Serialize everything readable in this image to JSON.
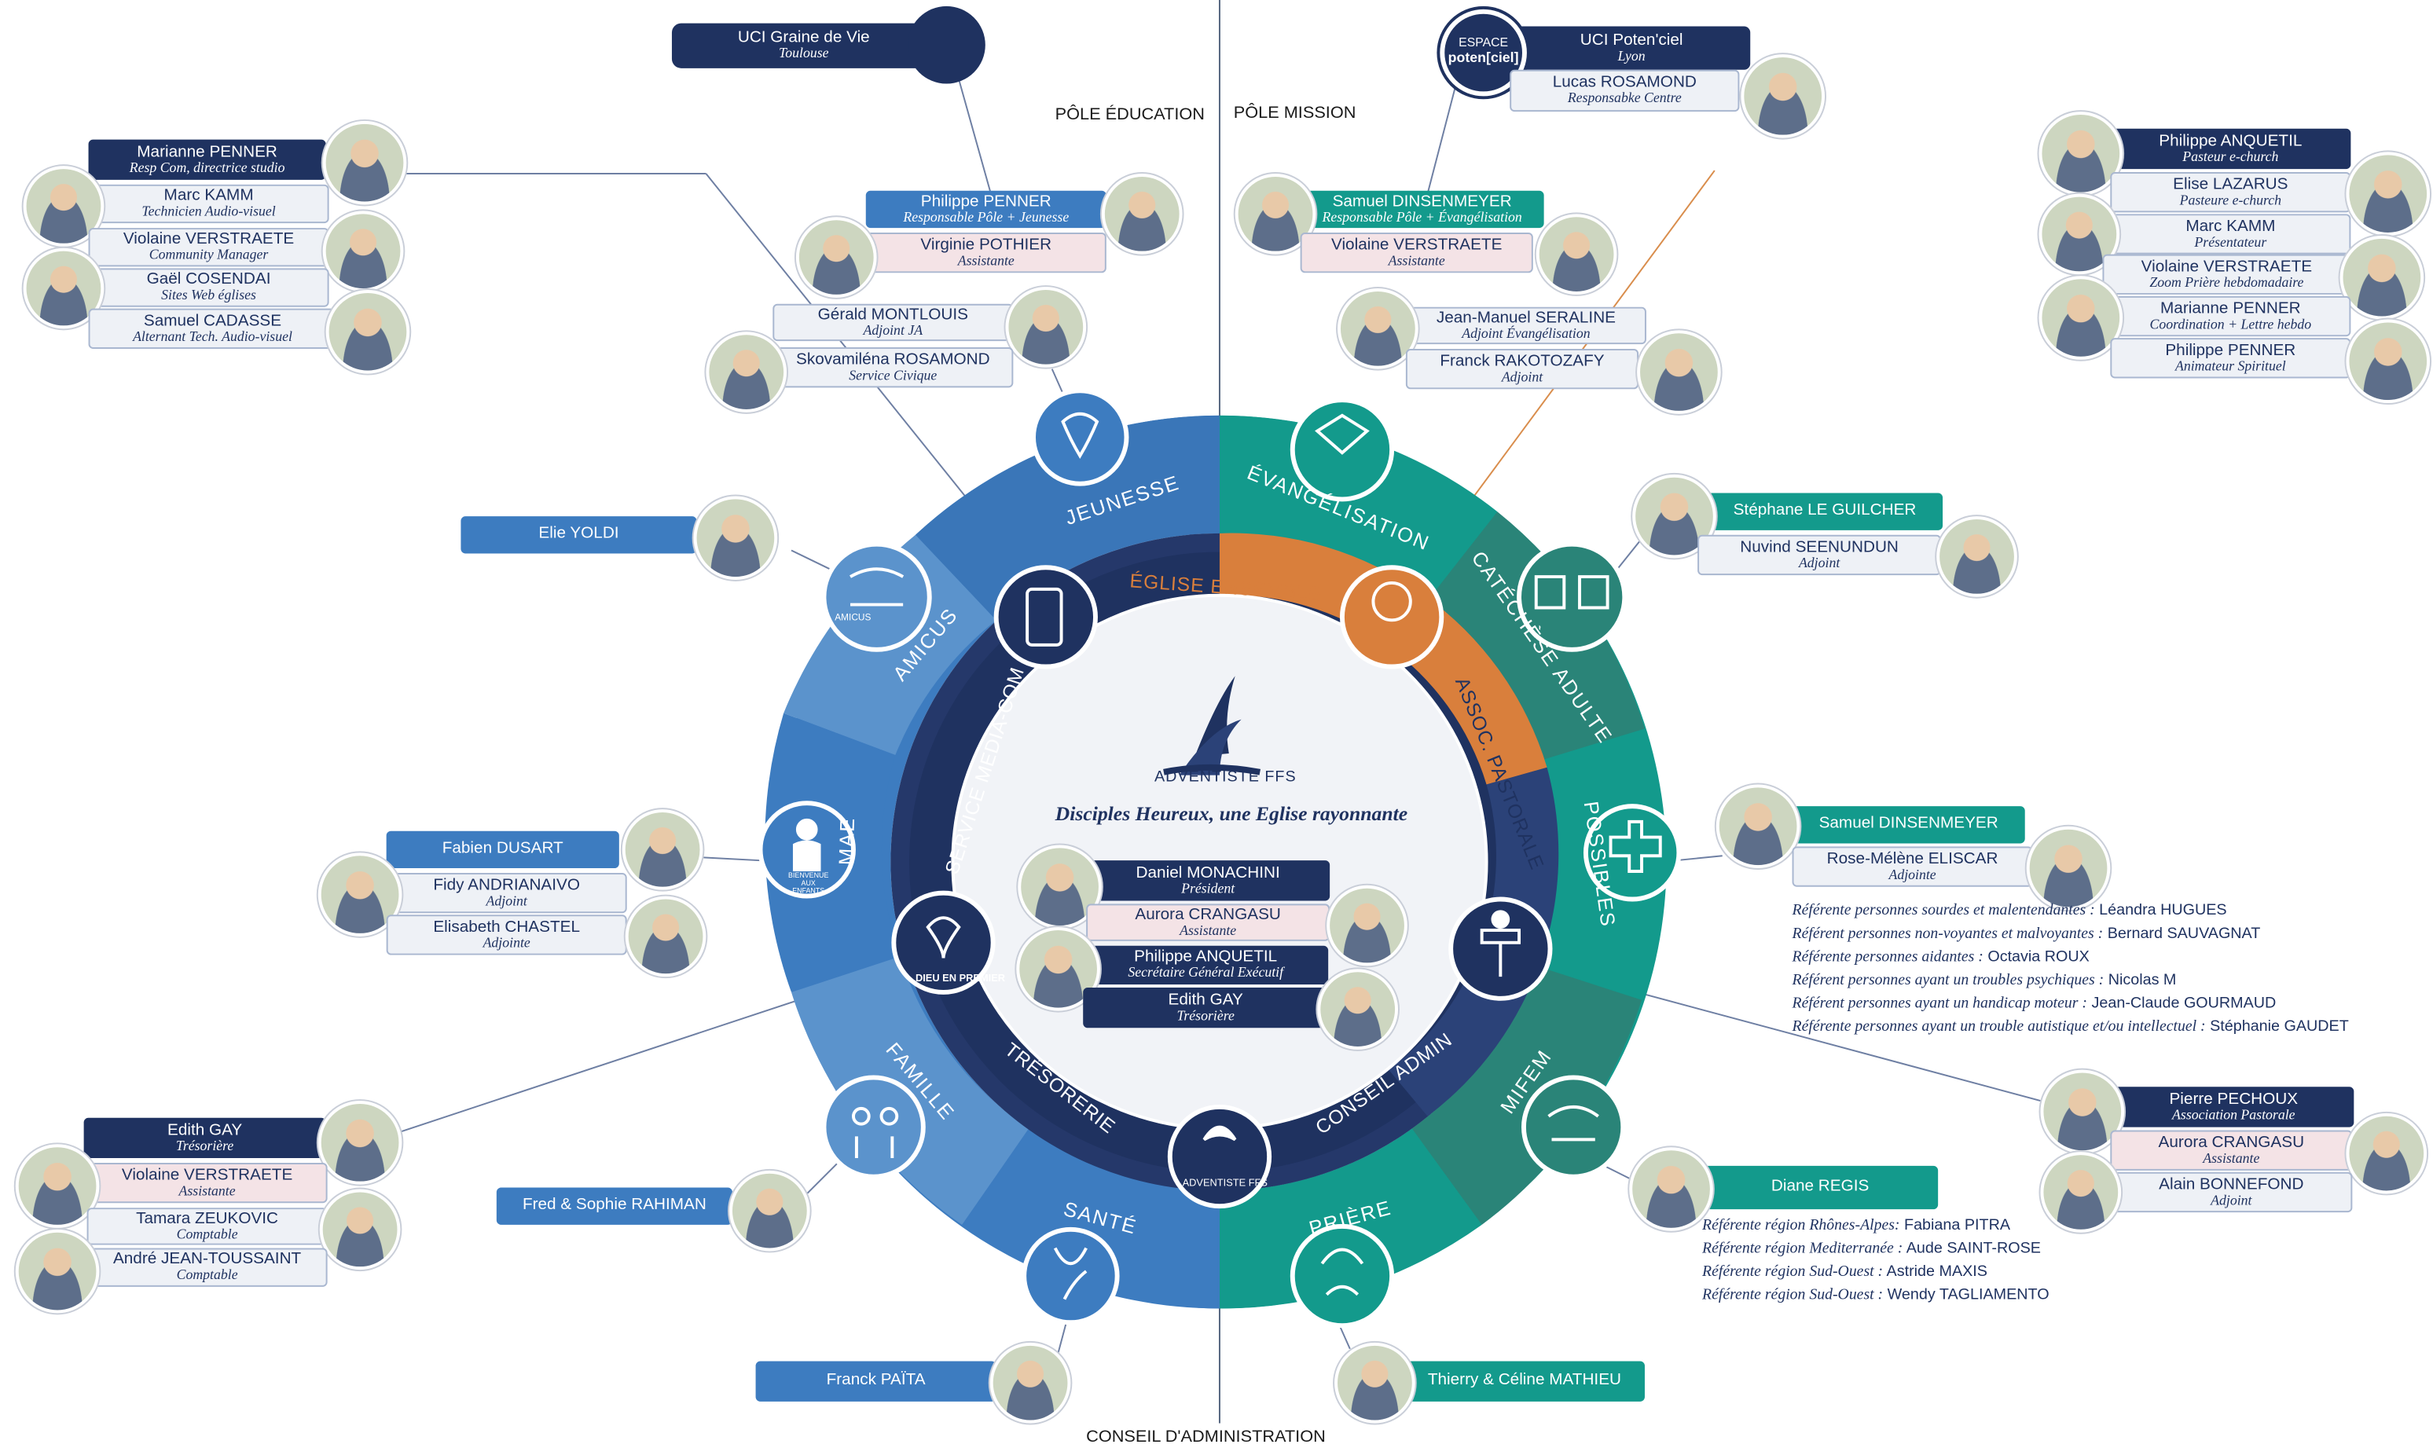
{
  "headers": {
    "pole_education": "PÔLE ÉDUCATION",
    "pole_mission": "PÔLE MISSION",
    "conseil": "CONSEIL D'ADMINISTRATION"
  },
  "center": {
    "logo_text": "ADVENTISTE FFS",
    "tagline": "Disciples Heureux, une Eglise rayonnante",
    "bottom_logo": "ADVENTISTE FFS",
    "dieu_en_premier": "DIEU EN PREMIER"
  },
  "outer_segments": {
    "jeunesse": "JEUNESSE",
    "evangelisation": "ÉVANGÉLISATION",
    "amicus": "AMICUS",
    "catechese": "CATÉCHÈSE ADULTE",
    "mae": "MAE",
    "possibles": "POSSIBLES",
    "famille": "FAMILLE",
    "mifem": "MIFEM",
    "sante": "SANTÉ",
    "priere": "PRIÈRE"
  },
  "inner_segments": {
    "eglise_ensemble": "ÉGLISE ENSEMBLE",
    "service_media": "SERVICE MEDIA-COM",
    "assoc_pastorale": "ASSOC. PASTORALE",
    "tresorerie": "TRÉSORERIE",
    "conseil_admin": "CONSEIL ADMIN"
  },
  "icons": {
    "amicus": "AMICUS",
    "mae": "BIENVENUE AUX ENFANTS"
  },
  "uci_graine": {
    "name": "UCI Graine de Vie",
    "city": "Toulouse"
  },
  "uci_potenciel": {
    "name": "UCI Poten'ciel",
    "city": "Lyon",
    "logo_top": "ESPACE",
    "logo_bottom": "poten[ciel]"
  },
  "cards": {
    "lucas": {
      "name": "Lucas ROSAMOND",
      "role": "Responsabke Centre"
    },
    "marianne_a": {
      "name": "Marianne PENNER",
      "role": "Resp Com, directrice studio"
    },
    "marc_a": {
      "name": "Marc KAMM",
      "role": "Technicien Audio-visuel"
    },
    "violaine_a": {
      "name": "Violaine VERSTRAETE",
      "role": "Community Manager"
    },
    "gael": {
      "name": "Gaël COSENDAI",
      "role": "Sites Web églises"
    },
    "samuel_c": {
      "name": "Samuel CADASSE",
      "role": "Alternant Tech. Audio-visuel"
    },
    "philippe_p": {
      "name": "Philippe PENNER",
      "role": "Responsable Pôle + Jeunesse"
    },
    "virginie": {
      "name": "Virginie POTHIER",
      "role": "Assistante"
    },
    "gerald": {
      "name": "Gérald MONTLOUIS",
      "role": "Adjoint JA"
    },
    "skova": {
      "name": "Skovamiléna ROSAMOND",
      "role": "Service Civique"
    },
    "samuel_d1": {
      "name": "Samuel DINSENMEYER",
      "role": "Responsable Pôle + Évangélisation"
    },
    "violaine_b": {
      "name": "Violaine VERSTRAETE",
      "role": "Assistante"
    },
    "jm": {
      "name": "Jean-Manuel SERALINE",
      "role": "Adjoint Évangélisation"
    },
    "franck_r": {
      "name": "Franck RAKOTOZAFY",
      "role": "Adjoint"
    },
    "ph_anq_b": {
      "name": "Philippe ANQUETIL",
      "role": "Pasteur e-church"
    },
    "elise": {
      "name": "Elise LAZARUS",
      "role": "Pasteure e-church"
    },
    "marc_b": {
      "name": "Marc KAMM",
      "role": "Présentateur"
    },
    "violaine_c": {
      "name": "Violaine VERSTRAETE",
      "role": "Zoom Prière hebdomadaire"
    },
    "marianne_b": {
      "name": "Marianne PENNER",
      "role": "Coordination + Lettre hebdo"
    },
    "philippe_p2": {
      "name": "Philippe PENNER",
      "role": "Animateur Spirituel"
    },
    "elie": {
      "name": "Elie YOLDI",
      "role": ""
    },
    "stephane": {
      "name": "Stéphane LE GUILCHER",
      "role": ""
    },
    "nuvind": {
      "name": "Nuvind SEENUNDUN",
      "role": "Adjoint"
    },
    "fabien": {
      "name": "Fabien DUSART",
      "role": ""
    },
    "fidy": {
      "name": "Fidy ANDRIANAIVO",
      "role": "Adjoint"
    },
    "elisabeth": {
      "name": "Elisabeth CHASTEL",
      "role": "Adjointe"
    },
    "samuel_d2": {
      "name": "Samuel DINSENMEYER",
      "role": ""
    },
    "rose": {
      "name": "Rose-Mélène ELISCAR",
      "role": "Adjointe"
    },
    "daniel": {
      "name": "Daniel MONACHINI",
      "role": "Président"
    },
    "aurora_a": {
      "name": "Aurora CRANGASU",
      "role": "Assistante"
    },
    "ph_anq_a": {
      "name": "Philippe ANQUETIL",
      "role": "Secrétaire Général Exécutif"
    },
    "edith_a": {
      "name": "Edith GAY",
      "role": "Trésorière"
    },
    "edith_b": {
      "name": "Edith GAY",
      "role": "Trésorière"
    },
    "violaine_d": {
      "name": "Violaine VERSTRAETE",
      "role": "Assistante"
    },
    "tamara": {
      "name": "Tamara ZEUKOVIC",
      "role": "Comptable"
    },
    "andre": {
      "name": "André JEAN-TOUSSAINT",
      "role": "Comptable"
    },
    "fred": {
      "name": "Fred & Sophie RAHIMAN",
      "role": ""
    },
    "pierre": {
      "name": "Pierre PECHOUX",
      "role": "Association Pastorale"
    },
    "aurora_b": {
      "name": "Aurora CRANGASU",
      "role": "Assistante"
    },
    "alain": {
      "name": "Alain BONNEFOND",
      "role": "Adjoint"
    },
    "diane": {
      "name": "Diane REGIS",
      "role": ""
    },
    "franck_p": {
      "name": "Franck PAÏTA",
      "role": ""
    },
    "thierry": {
      "name": "Thierry  & Céline MATHIEU",
      "role": ""
    }
  },
  "possibles_refs": [
    {
      "label": "Référente personnes sourdes et malentendantes :",
      "name": "Léandra HUGUES"
    },
    {
      "label": "Référent personnes non-voyantes et malvoyantes :",
      "name": "Bernard SAUVAGNAT"
    },
    {
      "label": "Référente personnes aidantes :",
      "name": "Octavia ROUX"
    },
    {
      "label": "Référent personnes ayant un troubles psychiques :",
      "name": "Nicolas M"
    },
    {
      "label": "Référent personnes ayant un handicap moteur :",
      "name": "Jean-Claude GOURMAUD"
    },
    {
      "label": "Référente personnes ayant un trouble autistique et/ou intellectuel :",
      "name": "Stéphanie GAUDET"
    }
  ],
  "priere_refs": [
    {
      "label": "Référente région Rhônes-Alpes:",
      "name": "Fabiana PITRA"
    },
    {
      "label": "Référente région Mediterranée :",
      "name": "Aude SAINT-ROSE"
    },
    {
      "label": "Référente région Sud-Ouest :",
      "name": "Astride MAXIS"
    },
    {
      "label": "Référente région Sud-Ouest  :",
      "name": "Wendy TAGLIAMENTO"
    }
  ],
  "colors": {
    "navy": "#1f3260",
    "blue": "#3d7cc0",
    "light_blue": "#5b93cc",
    "teal": "#139a8c",
    "dark_teal": "#2a8478",
    "orange": "#d97f3c",
    "light_bg": "#eef1f6",
    "pink": "#f4e3e6"
  }
}
